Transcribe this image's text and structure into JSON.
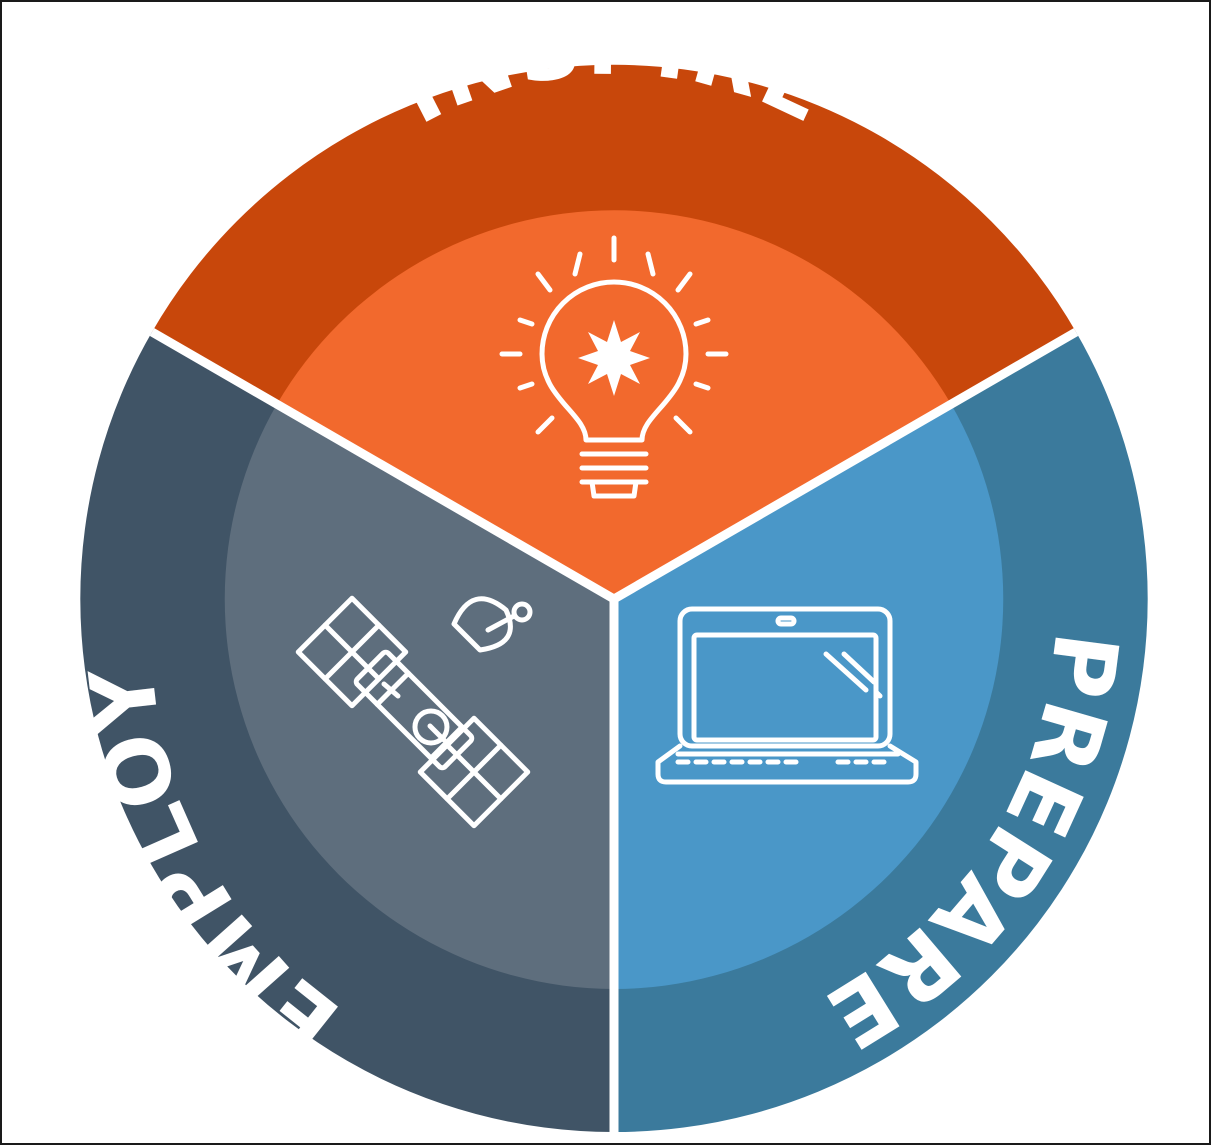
{
  "segments": [
    {
      "key": "inspire",
      "label": "INSPIRE",
      "icon": "lightbulb-icon",
      "outer_color": "#c8470b",
      "inner_color": "#f2692d"
    },
    {
      "key": "prepare",
      "label": "PREPARE",
      "icon": "laptop-icon",
      "outer_color": "#3b7a9c",
      "inner_color": "#4a97c8"
    },
    {
      "key": "employ",
      "label": "EMPLOY",
      "icon": "satellite-icon",
      "outer_color": "#405466",
      "inner_color": "#5e6e7d"
    }
  ],
  "divider_color": "#ffffff"
}
